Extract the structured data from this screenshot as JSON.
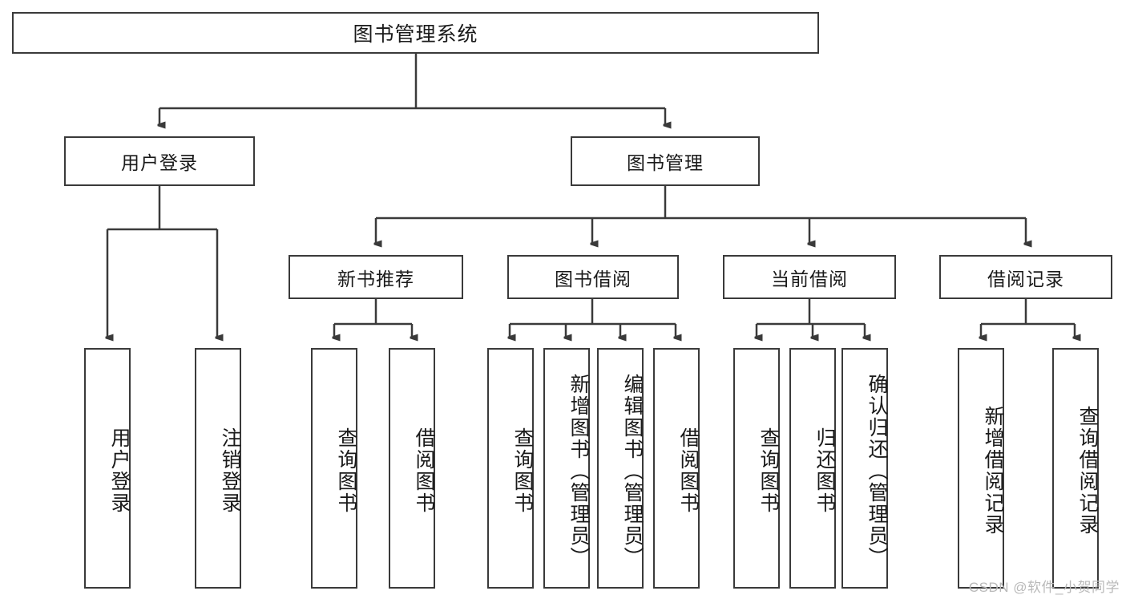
{
  "diagram": {
    "title": "图书管理系统",
    "watermark": "CSDN @软件_小贺同学",
    "stroke_color": "#3a3a3a",
    "text_color": "#1a1a1a",
    "background": "#ffffff",
    "type": "tree-hierarchy-diagram",
    "levels": 4
  },
  "root": {
    "label": "图书管理系统"
  },
  "level2": [
    {
      "label": "用户登录"
    },
    {
      "label": "图书管理"
    }
  ],
  "level3": [
    {
      "label": "新书推荐"
    },
    {
      "label": "图书借阅"
    },
    {
      "label": "当前借阅"
    },
    {
      "label": "借阅记录"
    }
  ],
  "leaves": {
    "user_login": [
      {
        "label": "用户登录"
      },
      {
        "label": "注销登录"
      }
    ],
    "new_book_recommend": [
      {
        "label": "查询图书"
      },
      {
        "label": "借阅图书"
      }
    ],
    "book_borrow": [
      {
        "label": "查询图书"
      },
      {
        "label": "新增图书（管理员）"
      },
      {
        "label": "编辑图书（管理员）"
      },
      {
        "label": "借阅图书"
      }
    ],
    "current_borrow": [
      {
        "label": "查询图书"
      },
      {
        "label": "归还图书"
      },
      {
        "label": "确认归还（管理员）"
      }
    ],
    "borrow_record": [
      {
        "label": "新增借阅记录"
      },
      {
        "label": "查询借阅记录"
      }
    ]
  }
}
